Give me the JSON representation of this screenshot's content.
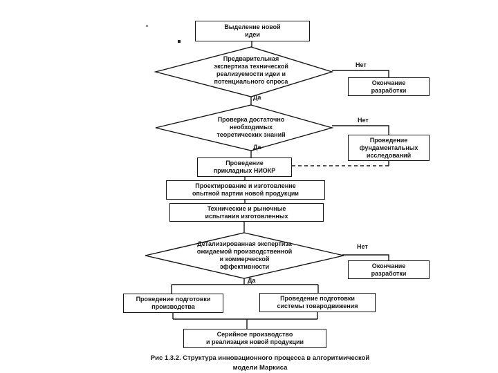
{
  "labels": {
    "yes": "Да",
    "no": "Нет"
  },
  "flowchart": {
    "start": "Выделение новой\nидеи",
    "decision_preliminary": "Предварительная\nэкспертиза технической\nреализуемости идеи и\nпотенциального спроса",
    "end_development_1": "Окончание\nразработки",
    "decision_knowledge": "Проверка достаточно\nнеобходимых\nтеоретических знаний",
    "fundamental_research": "Проведение\nфундаментальных\nисследований",
    "applied_rnd": "Проведение\nприкладных НИОКР",
    "design_pilot_batch": "Проектирование и изготовление\nопытной партии новой продукции",
    "technical_market_testing": "Технические и рыночные\nиспытания изготовленных",
    "decision_efficiency": "Детализированная экспертиза\nожидаемой производственной\nи коммерческой\nэффективности",
    "end_development_2": "Окончание\nразработки",
    "production_preparation": "Проведение подготовки\nпроизводства",
    "distribution_preparation": "Проведение подготовки\nсистемы товародвижения",
    "serial_production": "Серийное производство\nи реализация новой продукции"
  },
  "caption": "Рис 1.3.2. Структура инновационного процесса в алгоритмической\nмодели Маркиса",
  "colors": {
    "ink": "#151515",
    "background": "#ffffff"
  }
}
